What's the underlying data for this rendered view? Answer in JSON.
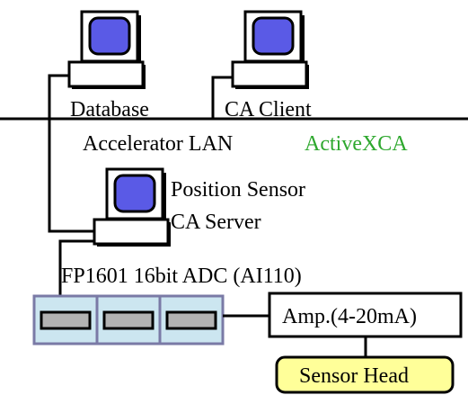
{
  "labels": {
    "database": "Database",
    "ca_client": "CA Client",
    "accelerator_lan": "Accelerator LAN",
    "activexca": "ActiveXCA",
    "position_sensor": "Position Sensor",
    "ca_server": "CA Server",
    "adc": "FP1601 16bit ADC (AI110)",
    "amp": "Amp.(4-20mA)",
    "sensor_head": "Sensor Head"
  },
  "colors": {
    "screen": "#5a5ae6",
    "monitor_frame": "#ffffff",
    "adc_module": "#cce6f0",
    "adc_border": "#7a7aa6",
    "adc_slot": "#b3b3b3",
    "sensor_head_fill": "#ffff99",
    "activexca_text": "#2ea82e"
  },
  "icons": {
    "computer": "computer-icon"
  }
}
